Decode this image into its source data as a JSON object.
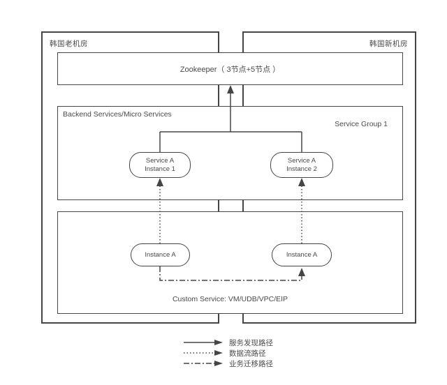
{
  "colors": {
    "line": "#454545",
    "text": "#4a4a4a",
    "background": "#ffffff"
  },
  "zones": {
    "left_label": "韩国老机房",
    "right_label": "韩国新机房"
  },
  "zookeeper": {
    "label": "Zookeeper（ 3节点+5节点 ）"
  },
  "backend": {
    "title": "Backend Services/Micro Services",
    "group_label": "Service Group 1",
    "instance1": {
      "line1": "Service A",
      "line2": "Instance 1"
    },
    "instance2": {
      "line1": "Service A",
      "line2": "Instance 2"
    }
  },
  "custom": {
    "label": "Custom Service: VM/UDB/VPC/EIP",
    "instance1": "Instance A",
    "instance2": "Instance A"
  },
  "legend": {
    "discovery": "服务发现路径",
    "dataflow": "数据流路径",
    "migration": "业务迁移路径"
  }
}
